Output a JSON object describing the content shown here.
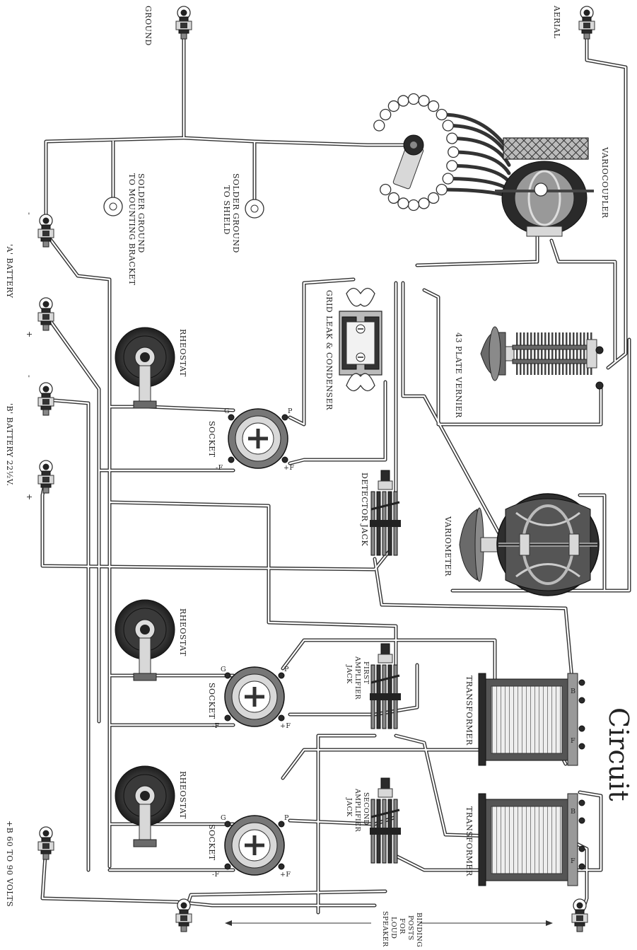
{
  "title": "Circuit",
  "labels": {
    "ground": "GROUND",
    "aerial": "AERIAL",
    "variocoupler": "VARIOCOUPLER",
    "solder_bracket_1": "SOLDER GROUND",
    "solder_bracket_2": "TO MOUNTING BRACKET",
    "solder_shield_1": "SOLDER GROUND",
    "solder_shield_2": "TO SHIELD",
    "a_battery": "'A' BATTERY",
    "b_battery": "'B' BATTERY 22½V.",
    "b_high": "+B  60 TO 90 VOLTS",
    "grid_leak": "GRID LEAK & CONDENSER",
    "vernier": "43 PLATE VERNIER",
    "variometer": "VARIOMETER",
    "detector_jack": "DETECTOR JACK",
    "rheostat": "RHEOSTAT",
    "socket": "SOCKET",
    "transformer": "TRANSFORMER",
    "first_jack_1": "FIRST",
    "first_jack_2": "AMPLIFIER",
    "first_jack_3": "JACK",
    "second_jack_1": "SECOND",
    "second_jack_2": "AMPLIFIER",
    "second_jack_3": "JACK",
    "loud_1": "BINDING",
    "loud_2": "POSTS",
    "loud_3": "FOR",
    "loud_4": "LOUD",
    "loud_5": "SPEAKER",
    "minus": "-",
    "plus": "+",
    "pin_g": "G",
    "pin_p": "P",
    "pin_f_minus": "-F",
    "pin_f_plus": "+F",
    "tr_b": "B",
    "tr_f": "F"
  }
}
